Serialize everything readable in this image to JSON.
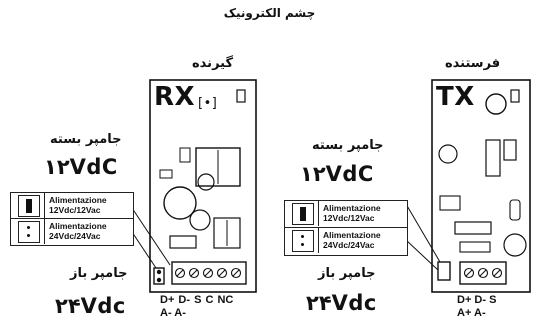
{
  "title": "چشم الکترونیک",
  "receiver": {
    "heading": "گیرنده",
    "board_label": "RX",
    "closed_jumper_label": "جامپر بسته",
    "closed_voltage": "۱۲VdC",
    "open_jumper_label": "جامپر باز",
    "open_voltage": "۲۴Vdc",
    "pins_top": "D+ D- S  C NC",
    "pins_bottom": "A- A-"
  },
  "transmitter": {
    "heading": "فرستنده",
    "board_label": "TX",
    "closed_jumper_label": "جامپر بسته",
    "closed_voltage": "۱۲VdC",
    "open_jumper_label": "جامپر باز",
    "open_voltage": "۲۴Vdc",
    "pins_top": "D+ D- S",
    "pins_bottom": "A+ A-"
  },
  "legend": {
    "row1_line1": "Alimentazione",
    "row1_line2": "12Vdc/12Vac",
    "row2_line1": "Alimentazione",
    "row2_line2": "24Vdc/24Vac"
  }
}
